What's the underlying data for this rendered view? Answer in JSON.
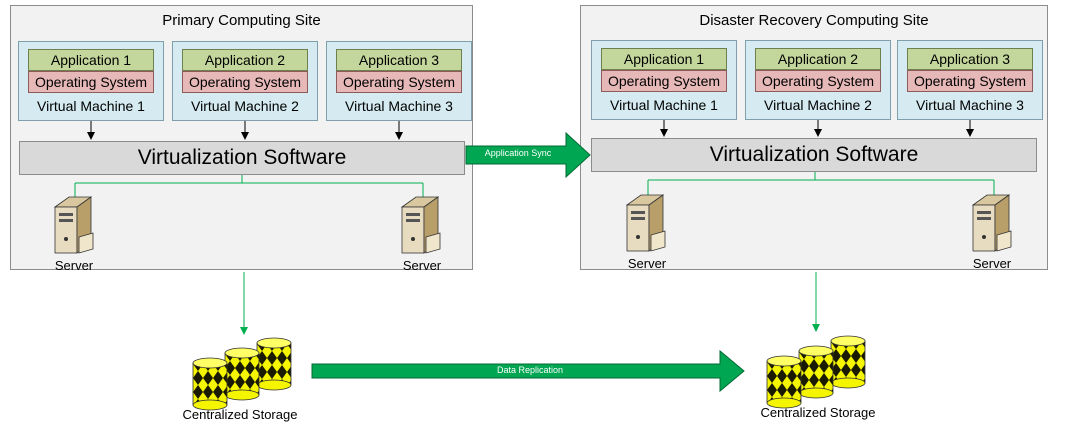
{
  "primary": {
    "title": "Primary Computing Site",
    "vms": [
      {
        "app": "Application 1",
        "os": "Operating System",
        "label": "Virtual Machine 1"
      },
      {
        "app": "Application 2",
        "os": "Operating System",
        "label": "Virtual Machine 2"
      },
      {
        "app": "Application 3",
        "os": "Operating System",
        "label": "Virtual Machine 3"
      }
    ],
    "virtualization": "Virtualization Software",
    "servers": [
      "Server",
      "Server"
    ],
    "storage_label": "Centralized Storage"
  },
  "recovery": {
    "title": "Disaster Recovery Computing Site",
    "vms": [
      {
        "app": "Application 1",
        "os": "Operating System",
        "label": "Virtual Machine 1"
      },
      {
        "app": "Application 2",
        "os": "Operating System",
        "label": "Virtual Machine 2"
      },
      {
        "app": "Application 3",
        "os": "Operating System",
        "label": "Virtual Machine 3"
      }
    ],
    "virtualization": "Virtualization Software",
    "servers": [
      "Server",
      "Server"
    ],
    "storage_label": "Centralized Storage"
  },
  "links": {
    "application_sync": "Application Sync",
    "data_replication": "Data Replication"
  },
  "colors": {
    "site_bg": "#f2f2f2",
    "vm_bg": "#d5ebf1",
    "app_bg": "#c3d69b",
    "os_bg": "#e6b9b8",
    "virt_bg": "#d9d9d9",
    "arrow_green": "#00a651",
    "connector_green": "#00b050"
  }
}
